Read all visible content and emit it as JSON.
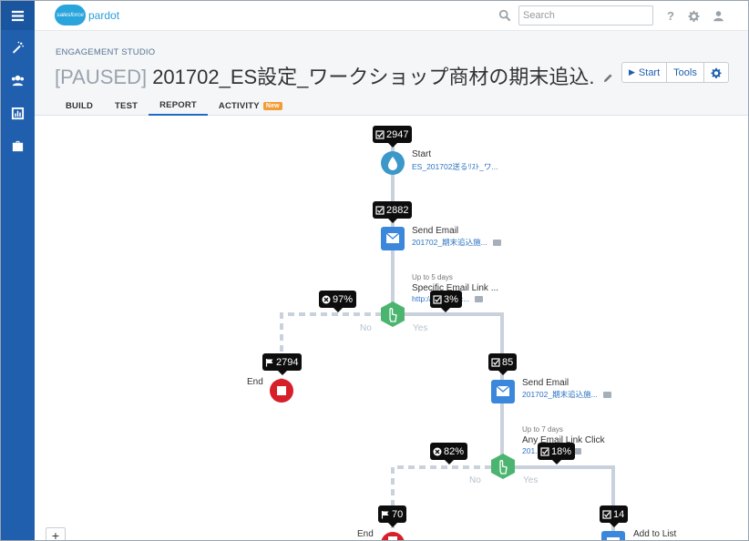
{
  "app": {
    "brand": "salesforce",
    "product": "pardot"
  },
  "topbar": {
    "search_placeholder": "Search",
    "help": "?"
  },
  "header": {
    "breadcrumb": "ENGAGEMENT STUDIO",
    "status": "[PAUSED]",
    "program_name": "201702_ES設定_ワークショップ商材の期末追込.",
    "actions": {
      "start": "Start",
      "tools": "Tools"
    },
    "tabs": [
      {
        "label": "BUILD",
        "active": false
      },
      {
        "label": "TEST",
        "active": false
      },
      {
        "label": "REPORT",
        "active": true
      },
      {
        "label": "ACTIVITY",
        "active": false,
        "badge": "New"
      }
    ]
  },
  "flow": {
    "start": {
      "count": "2947",
      "label": "Start",
      "sub": "ES_201702送るﾘｽﾄ_ワ..."
    },
    "send1": {
      "count": "2882",
      "label": "Send Email",
      "sub": "201702_期末追込施..."
    },
    "trigger1": {
      "pre": "Up to 5 days",
      "label": "Specific Email Link ...",
      "sub": "http://.......mp.c...",
      "no_pct": "97%",
      "yes_pct": "3%",
      "no_label": "No",
      "yes_label": "Yes"
    },
    "end1": {
      "count": "2794",
      "label": "End"
    },
    "send2": {
      "count": "85",
      "label": "Send Email",
      "sub": "201702_期末追込施..."
    },
    "trigger2": {
      "pre": "Up to 7 days",
      "label": "Any Email Link Click",
      "sub": "201...............",
      "no_pct": "82%",
      "yes_pct": "18%",
      "no_label": "No",
      "yes_label": "Yes"
    },
    "end2": {
      "count": "70",
      "label": "End"
    },
    "add": {
      "count": "14",
      "label": "Add to List"
    }
  },
  "zoom": {
    "plus": "+"
  },
  "colors": {
    "rail": "#1f5fae",
    "start_node": "#3b98c9",
    "action_node": "#3a87dc",
    "trigger_node": "#4bb56f",
    "end_node": "#d71f2a"
  }
}
